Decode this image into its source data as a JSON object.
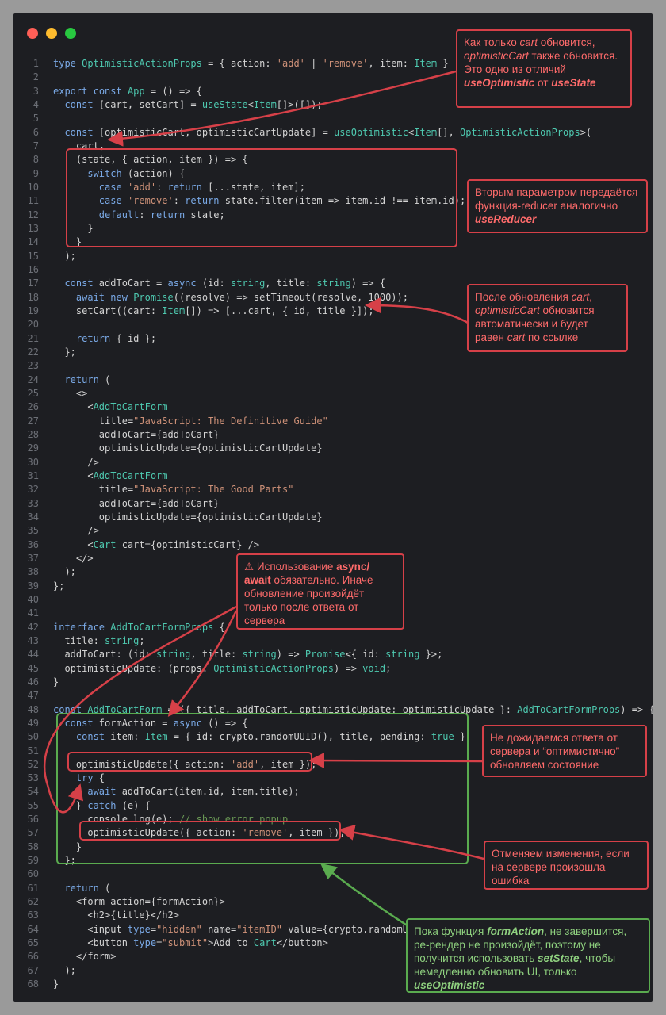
{
  "window": {
    "controls": [
      {
        "name": "close",
        "color": "#ff5f57"
      },
      {
        "name": "minimize",
        "color": "#febc2e"
      },
      {
        "name": "maximize",
        "color": "#28c840"
      }
    ]
  },
  "colors": {
    "background": "#1d1e22",
    "annotation_red": "#d64048",
    "annotation_green": "#5aab4f"
  },
  "code_lines": [
    {
      "n": "1",
      "text": "type OptimisticActionProps = { action: 'add' | 'remove', item: Item }"
    },
    {
      "n": "2",
      "text": ""
    },
    {
      "n": "3",
      "text": "export const App = () => {"
    },
    {
      "n": "4",
      "text": "  const [cart, setCart] = useState<Item[]>([]);"
    },
    {
      "n": "5",
      "text": ""
    },
    {
      "n": "6",
      "text": "  const [optimisticCart, optimisticCartUpdate] = useOptimistic<Item[], OptimisticActionProps>("
    },
    {
      "n": "7",
      "text": "    cart,"
    },
    {
      "n": "8",
      "text": "    (state, { action, item }) => {"
    },
    {
      "n": "9",
      "text": "      switch (action) {"
    },
    {
      "n": "10",
      "text": "        case 'add': return [...state, item];"
    },
    {
      "n": "11",
      "text": "        case 'remove': return state.filter(item => item.id !== item.id);"
    },
    {
      "n": "12",
      "text": "        default: return state;"
    },
    {
      "n": "13",
      "text": "      }"
    },
    {
      "n": "14",
      "text": "    }"
    },
    {
      "n": "15",
      "text": "  );"
    },
    {
      "n": "16",
      "text": ""
    },
    {
      "n": "17",
      "text": "  const addToCart = async (id: string, title: string) => {"
    },
    {
      "n": "18",
      "text": "    await new Promise((resolve) => setTimeout(resolve, 1000));"
    },
    {
      "n": "19",
      "text": "    setCart((cart: Item[]) => [...cart, { id, title }]);"
    },
    {
      "n": "20",
      "text": ""
    },
    {
      "n": "21",
      "text": "    return { id };"
    },
    {
      "n": "22",
      "text": "  };"
    },
    {
      "n": "23",
      "text": ""
    },
    {
      "n": "24",
      "text": "  return ("
    },
    {
      "n": "25",
      "text": "    <>"
    },
    {
      "n": "26",
      "text": "      <AddToCartForm"
    },
    {
      "n": "27",
      "text": "        title=\"JavaScript: The Definitive Guide\""
    },
    {
      "n": "28",
      "text": "        addToCart={addToCart}"
    },
    {
      "n": "29",
      "text": "        optimisticUpdate={optimisticCartUpdate}"
    },
    {
      "n": "30",
      "text": "      />"
    },
    {
      "n": "31",
      "text": "      <AddToCartForm"
    },
    {
      "n": "32",
      "text": "        title=\"JavaScript: The Good Parts\""
    },
    {
      "n": "33",
      "text": "        addToCart={addToCart}"
    },
    {
      "n": "34",
      "text": "        optimisticUpdate={optimisticCartUpdate}"
    },
    {
      "n": "35",
      "text": "      />"
    },
    {
      "n": "36",
      "text": "      <Cart cart={optimisticCart} />"
    },
    {
      "n": "37",
      "text": "    </>"
    },
    {
      "n": "38",
      "text": "  );"
    },
    {
      "n": "39",
      "text": "};"
    },
    {
      "n": "40",
      "text": ""
    },
    {
      "n": "41",
      "text": ""
    },
    {
      "n": "42",
      "text": "interface AddToCartFormProps {"
    },
    {
      "n": "43",
      "text": "  title: string;"
    },
    {
      "n": "44",
      "text": "  addToCart: (id: string, title: string) => Promise<{ id: string }>;"
    },
    {
      "n": "45",
      "text": "  optimisticUpdate: (props: OptimisticActionProps) => void;"
    },
    {
      "n": "46",
      "text": "}"
    },
    {
      "n": "47",
      "text": ""
    },
    {
      "n": "48",
      "text": "const AddToCartForm = ({ title, addToCart, optimisticUpdate: optimisticUpdate }: AddToCartFormProps) => {"
    },
    {
      "n": "49",
      "text": "  const formAction = async () => {"
    },
    {
      "n": "50",
      "text": "    const item: Item = { id: crypto.randomUUID(), title, pending: true };"
    },
    {
      "n": "51",
      "text": ""
    },
    {
      "n": "52",
      "text": "    optimisticUpdate({ action: 'add', item });"
    },
    {
      "n": "53",
      "text": "    try {"
    },
    {
      "n": "54",
      "text": "      await addToCart(item.id, item.title);"
    },
    {
      "n": "55",
      "text": "    } catch (e) {"
    },
    {
      "n": "56",
      "text": "      console.log(e); // show error popup"
    },
    {
      "n": "57",
      "text": "      optimisticUpdate({ action: 'remove', item });"
    },
    {
      "n": "58",
      "text": "    }"
    },
    {
      "n": "59",
      "text": "  };"
    },
    {
      "n": "60",
      "text": ""
    },
    {
      "n": "61",
      "text": "  return ("
    },
    {
      "n": "62",
      "text": "    <form action={formAction}>"
    },
    {
      "n": "63",
      "text": "      <h2>{title}</h2>"
    },
    {
      "n": "64",
      "text": "      <input type=\"hidden\" name=\"itemID\" value={crypto.randomUUID()} />"
    },
    {
      "n": "65",
      "text": "      <button type=\"submit\">Add to Cart</button>"
    },
    {
      "n": "66",
      "text": "    </form>"
    },
    {
      "n": "67",
      "text": "  );"
    },
    {
      "n": "68",
      "text": "}"
    }
  ],
  "annotations": {
    "n1": {
      "t1": "Как только ",
      "t2": "cart",
      "t3": " обновится, ",
      "t4": "optimisticCart",
      "t5": " также обновится. Это одно из отличий ",
      "t6": "useOptimistic",
      "t7": " от ",
      "t8": "useState"
    },
    "n2": {
      "t1": "Вторым параметром передаётся функция-reducer аналогично ",
      "t2": "useReducer"
    },
    "n3": {
      "t1": "После обновления ",
      "t2": "cart",
      "t3": ", ",
      "t4": "optimisticCart",
      "t5": " обновится автоматически и будет равен ",
      "t6": "cart",
      "t7": " по ссылке"
    },
    "n4": {
      "icon": "⚠",
      "t1": " Использование ",
      "t2": "async/ await",
      "t3": " обязательно. Иначе обновление произойдёт только после ответа от сервера"
    },
    "n5": {
      "t1": "Не дожидаемся ответа от сервера и “оптимистично” обновляем состояние"
    },
    "n6": {
      "t1": "Отменяем изменения, если на сервере произошла ошибка"
    },
    "n7": {
      "t1": "Пока функция ",
      "t2": "formAction",
      "t3": ", не завершится, ре-рендер не произойдёт, поэтому не получится использовать ",
      "t4": "setState",
      "t5": ", чтобы немедленно обновить UI, только ",
      "t6": "useOptimistic"
    }
  }
}
